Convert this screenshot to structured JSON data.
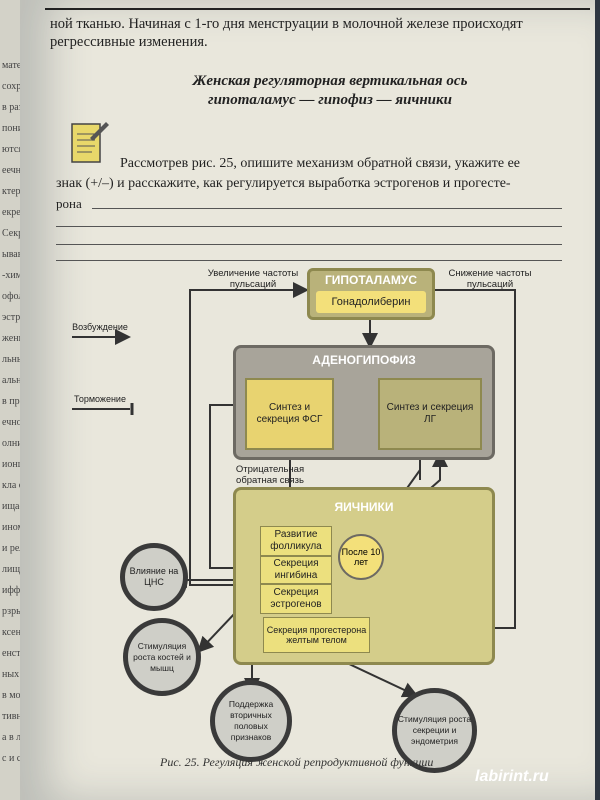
{
  "intro_lines": [
    "ной тканью. Начиная с 1-го дня менструации в молочной железе происходят",
    "регрессивные изменения."
  ],
  "heading_lines": [
    "Женская регуляторная вертикальная ось",
    "гипоталамус — гипофиз — яичники"
  ],
  "task_lines": [
    "Рассмотрев рис. 25, опишите механизм обратной связи, укажите ее",
    "знак (+/–) и расскажите, как регулируется выработка эстрогенов и прогесте-",
    "рона"
  ],
  "diagram": {
    "label_increase": "Увеличение частоты пульсаций",
    "label_decrease": "Снижение частоты пульсаций",
    "hypothalamus_title": "ГИПОТАЛАМУС",
    "hypothalamus_hormone": "Гонадолиберин",
    "legend_excitation": "Возбуждение",
    "legend_inhibition": "Торможение",
    "adenohypophysis_title": "АДЕНОГИПОФИЗ",
    "fsh": "Синтез и секреция ФСГ",
    "lh": "Синтез и секреция ЛГ",
    "negative_feedback": "Отрицательная обратная связь",
    "ovaries_title": "ЯИЧНИКИ",
    "follicle": "Развитие фолликула",
    "inhibin": "Секреция ингибина",
    "estrogens": "Секреция эстрогенов",
    "after_10": "После 10 лет",
    "progesterone": "Секреция прогестерона желтым телом",
    "cns": "Влияние на ЦНС",
    "bones": "Стимуляция роста костей и мышц",
    "secondary": "Поддержка вторичных половых признаков",
    "endometrium": "Стимуляция роста секреции и эндометрия"
  },
  "caption": "Рис. 25. Регуляция женской репродуктивной функции",
  "watermark": "labirint.ru",
  "margin_fragments": [
    "матер",
    "сохр",
    "в рази",
    "понижа",
    "ются заву",
    "еечного",
    "ктерный",
    "екреция в",
    "Секреция",
    "ывают цели",
    "-химиче",
    "офолликул",
    "эстроген",
    "жение – k",
    "льных горм",
    "ально-мет",
    "в протяжен",
    "ечной слиз",
    "олнительн",
    "ионществ",
    "кла секре",
    "ищаемой сл",
    "ином обусл",
    "и реляц",
    "лищный",
    "ифференци",
    "рзрыхлят",
    "ксенца в з",
    "енструал",
    "ных клетк",
    "в молочной",
    "тивной фла",
    "а в лютеин",
    "с и соедини"
  ],
  "colors": {
    "olive": "#b9b27a",
    "olive_dark": "#8e894f",
    "yellow": "#f3e07a",
    "gray_box": "#a8a49a",
    "gray_dark": "#6d6a63"
  }
}
